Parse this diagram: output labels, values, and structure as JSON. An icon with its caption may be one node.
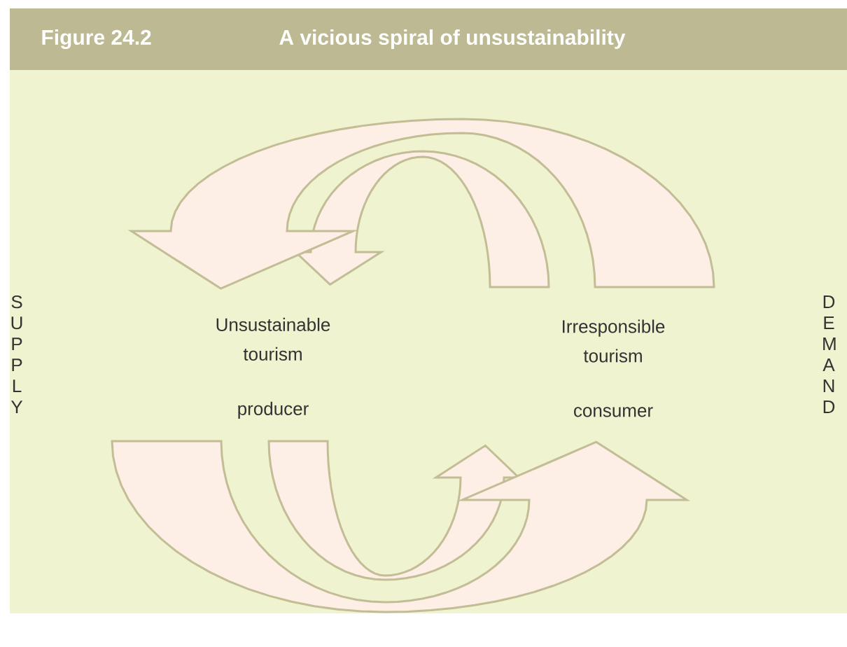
{
  "diagram": {
    "title": "A vicious spiral of unsustainability",
    "nodes": [
      {
        "text": [
          "Unsustainable tourism",
          "producer"
        ]
      },
      {
        "text": [
          "Irresponsible tourism",
          "consumer"
        ]
      }
    ],
    "edges": [
      {
        "from": 1,
        "to": 0,
        "arrow": "to"
      },
      {
        "from": 1,
        "to": 0,
        "arrow": "to"
      },
      {
        "from": 0,
        "to": 1,
        "arrow": "to"
      },
      {
        "from": 0,
        "to": 1,
        "arrow": "to"
      }
    ],
    "labels": [
      "Figure 24.2",
      "SUPPLY",
      "DEMAND"
    ]
  }
}
